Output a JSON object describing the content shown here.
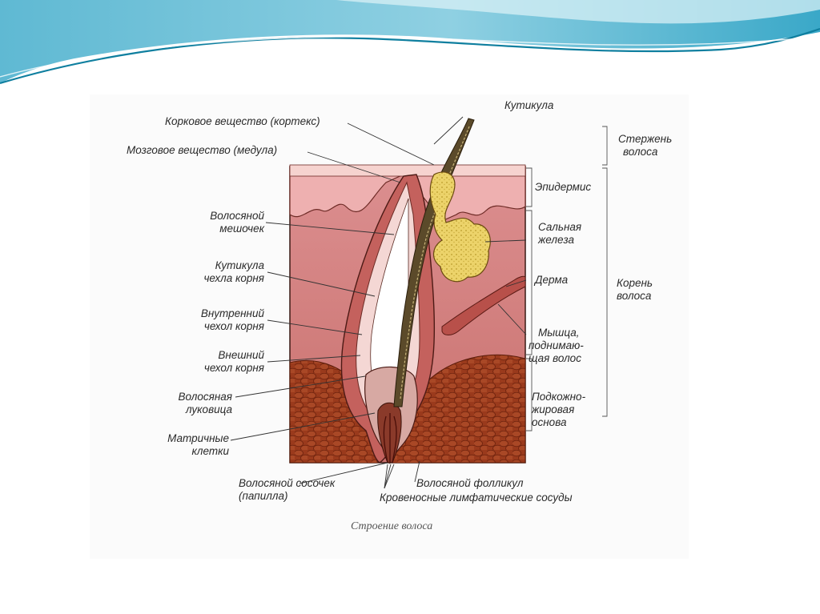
{
  "labels": {
    "cortex": "Корковое вещество (кортекс)",
    "medulla": "Мозговое вещество (медула)",
    "follicle_sac_1": "Волосяной",
    "follicle_sac_2": "мешочек",
    "root_cuticle_1": "Кутикула",
    "root_cuticle_2": "чехла корня",
    "inner_sheath_1": "Внутренний",
    "inner_sheath_2": "чехол корня",
    "outer_sheath_1": "Внешний",
    "outer_sheath_2": "чехол корня",
    "bulb_1": "Волосяная",
    "bulb_2": "луковица",
    "matrix_1": "Матричные",
    "matrix_2": "клетки",
    "papilla_1": "Волосяной сосочек",
    "papilla_2": "(папилла)",
    "cuticle": "Кутикула",
    "shaft_1": "Стержень",
    "shaft_2": "волоса",
    "epidermis": "Эпидермис",
    "sebaceous_1": "Сальная",
    "sebaceous_2": "железа",
    "dermis": "Дерма",
    "root_1": "Корень",
    "root_2": "волоса",
    "muscle_1": "Мышца,",
    "muscle_2": "поднимаю-",
    "muscle_3": "щая волос",
    "subcut_1": "Подкожно-",
    "subcut_2": "жировая",
    "subcut_3": "основа",
    "hair_follicle": "Волосяной фолликул",
    "vessels": "Кровеносные лимфатические сосуды"
  },
  "caption": "Строение волоса",
  "colors": {
    "wave_dark": "#1a9fc0",
    "wave_light": "#bfe6ef",
    "epidermis": "#e8a3a5",
    "dermis": "#d4807f",
    "subcutaneous": "#9a3a1c",
    "hair_shaft": "#5b4a2a",
    "sebaceous_gland": "#ecd36a",
    "muscle": "#b8504a"
  }
}
